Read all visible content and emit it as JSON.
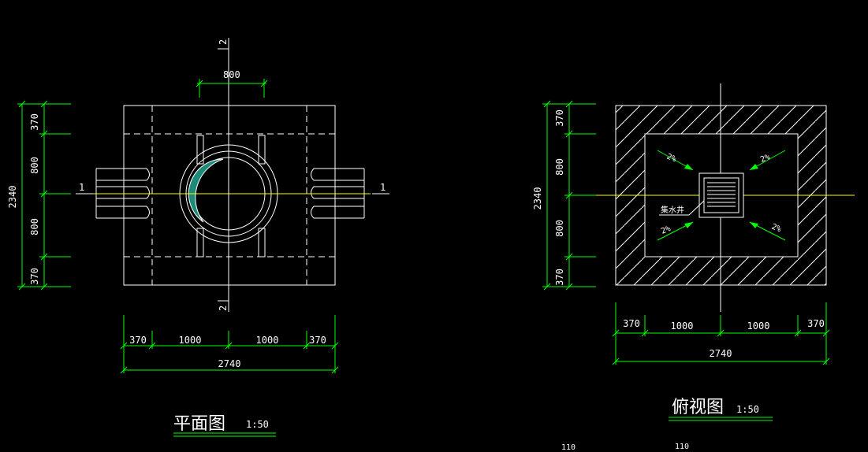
{
  "colors": {
    "background": "#000000",
    "geometry": "#ffffff",
    "dimension": "#00ff00",
    "centerline": "#ffff00",
    "fill": "#1e8a78"
  },
  "plan_view": {
    "title": "平面图",
    "scale": "1:50",
    "section_label_vertical": "2",
    "section_label_horizontal": "1",
    "top_dimension": "800",
    "left_dimensions": [
      "370",
      "800",
      "800",
      "370"
    ],
    "left_total": "2340",
    "bottom_dimensions": [
      "370",
      "1000",
      "1000",
      "370"
    ],
    "bottom_total": "2740"
  },
  "top_view": {
    "title": "俯视图",
    "scale": "1:50",
    "slope_labels": [
      "2%",
      "2%",
      "2%",
      "2%"
    ],
    "sump_label": "集水井",
    "left_dimensions": [
      "370",
      "800",
      "800",
      "370"
    ],
    "left_total": "2340",
    "bottom_dimensions": [
      "370",
      "1000",
      "1000",
      "370"
    ],
    "bottom_total": "2740"
  },
  "footer_labels": [
    "110",
    "110"
  ]
}
